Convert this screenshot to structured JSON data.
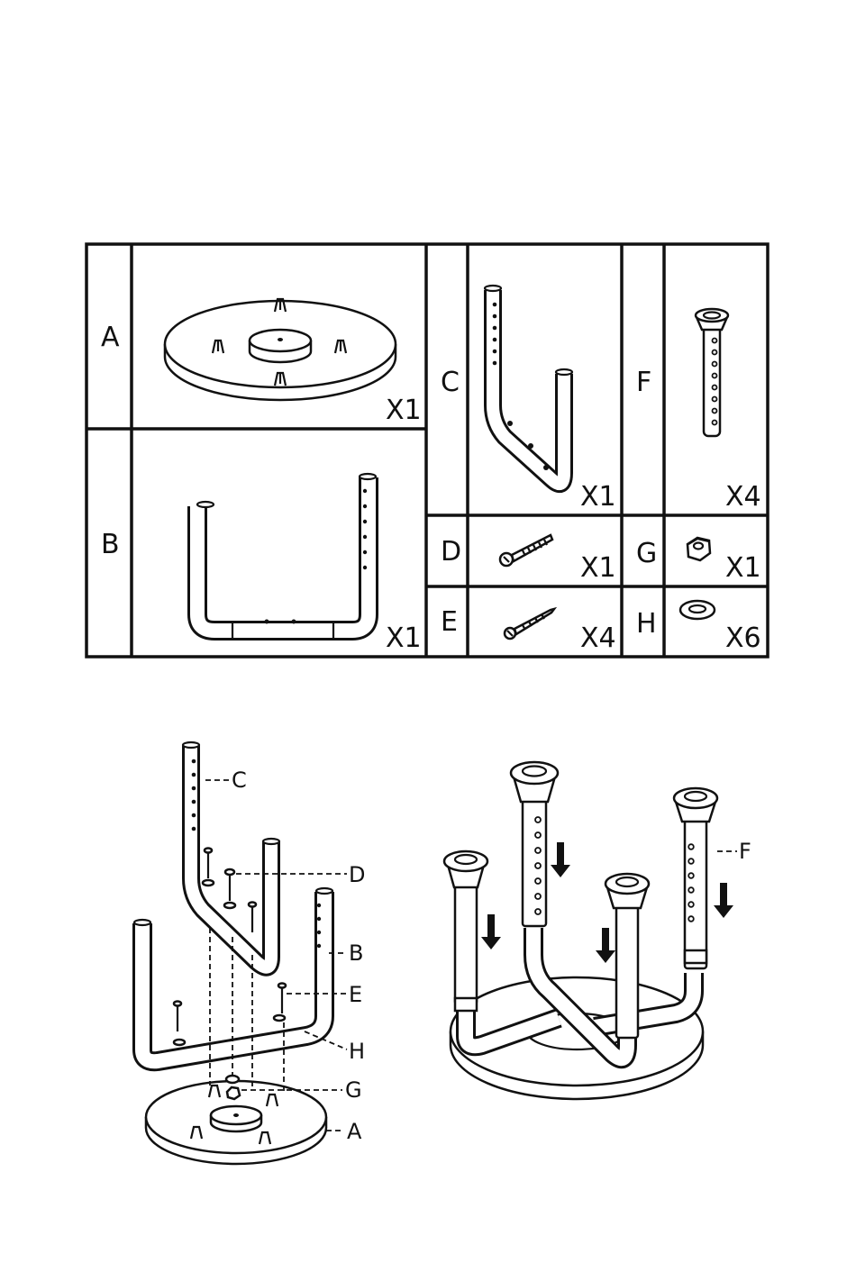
{
  "parts": [
    {
      "letter": "A",
      "quantity": "X1"
    },
    {
      "letter": "B",
      "quantity": "X1"
    },
    {
      "letter": "C",
      "quantity": "X1"
    },
    {
      "letter": "D",
      "quantity": "X1"
    },
    {
      "letter": "E",
      "quantity": "X4"
    },
    {
      "letter": "F",
      "quantity": "X4"
    },
    {
      "letter": "G",
      "quantity": "X1"
    },
    {
      "letter": "H",
      "quantity": "X6"
    }
  ],
  "step1_callouts": {
    "c": "C",
    "d": "D",
    "b": "B",
    "e": "E",
    "h": "H",
    "g": "G",
    "a": "A"
  },
  "step2_callouts": {
    "f": "F"
  },
  "line_color": "#111111"
}
